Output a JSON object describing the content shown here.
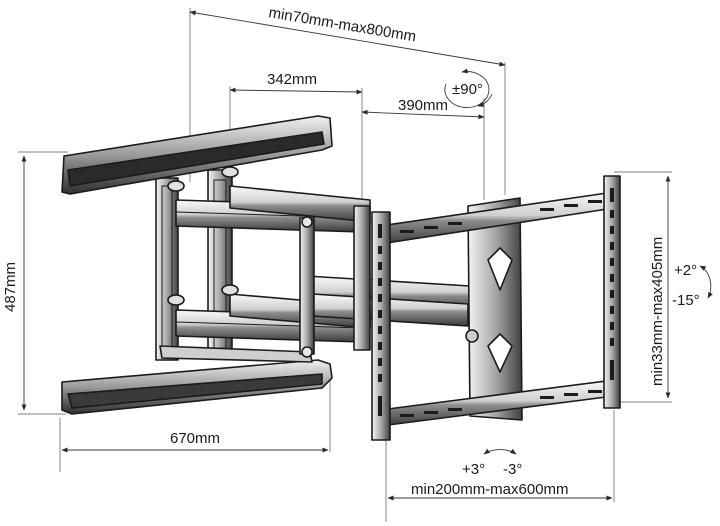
{
  "colors": {
    "line": "#1b1b1b",
    "panel_dark": "#2a2a2a",
    "panel_mid": "#6e6e6e",
    "panel_light": "#d4d4d4",
    "background": "#ffffff"
  },
  "labels": {
    "depth_range": "min70mm-max800mm",
    "arm_first": "342mm",
    "arm_second": "390mm",
    "rotation": "±90°",
    "wall_height": "487mm",
    "wall_width": "670mm",
    "vesa_vertical": "min33mm-max405mm",
    "tilt_up": "+2°",
    "tilt_down": "-15°",
    "swivel_left": "+3°",
    "swivel_right": "-3°",
    "vesa_horizontal": "min200mm-max600mm"
  }
}
